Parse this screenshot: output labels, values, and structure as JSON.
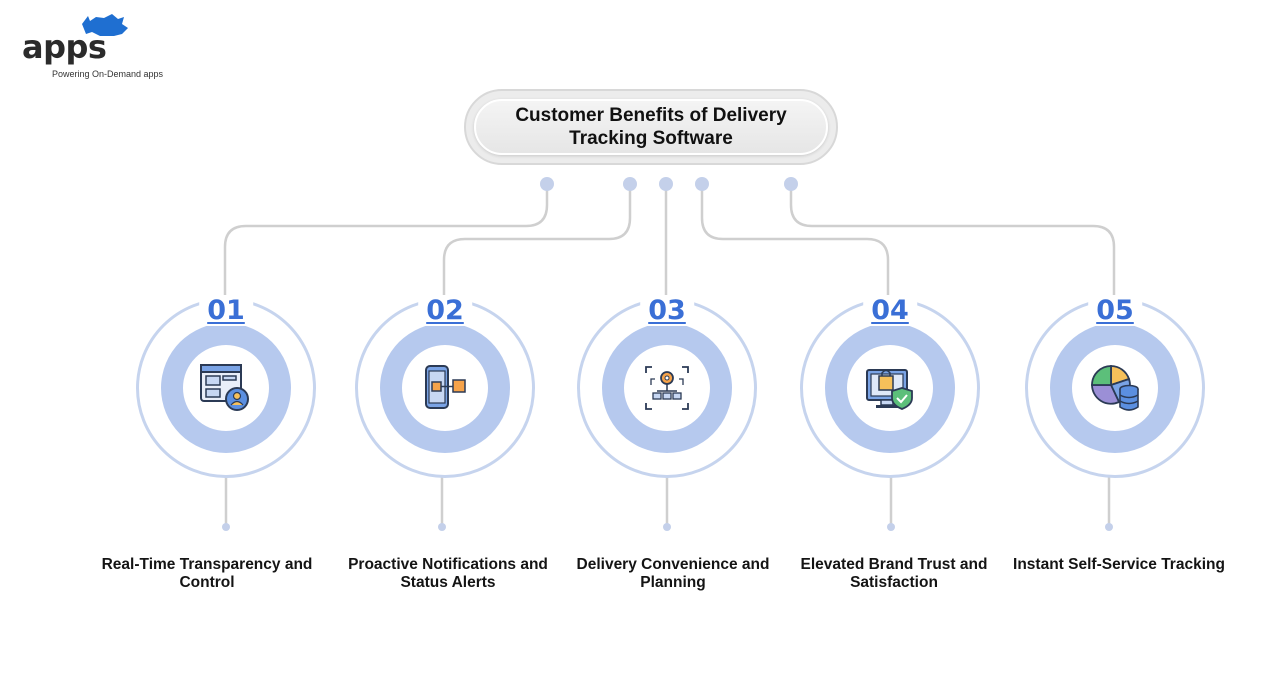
{
  "logo": {
    "wordmark": "apps",
    "tagline": "Powering On-Demand apps",
    "brand_color": "#1f6fd1"
  },
  "title": "Customer Benefits of Delivery Tracking Software",
  "colors": {
    "number": "#3a6fd6",
    "ring": "#b6c9ee",
    "outline": "#c6d4ee",
    "connector": "#cfcfcf",
    "dot": "#c4d0ea"
  },
  "benefits": [
    {
      "number": "01",
      "label": "Real-Time Transparency and Control",
      "icon": "browser-user-icon"
    },
    {
      "number": "02",
      "label": "Proactive Notifications and Status Alerts",
      "icon": "phone-notification-icon"
    },
    {
      "number": "03",
      "label": "Delivery Convenience and Planning",
      "icon": "workflow-gear-icon"
    },
    {
      "number": "04",
      "label": "Elevated Brand Trust and Satisfaction",
      "icon": "shopping-shield-icon"
    },
    {
      "number": "05",
      "label": "Instant Self-Service Tracking",
      "icon": "pie-database-icon"
    }
  ]
}
